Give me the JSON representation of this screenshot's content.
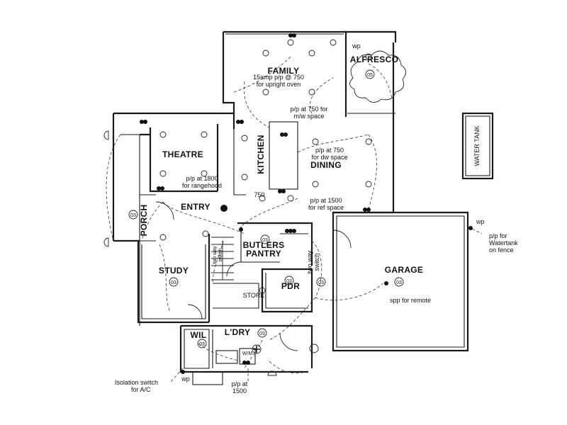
{
  "rooms": {
    "family": "FAMILY",
    "alfresco": "ALFRESCO",
    "theatre": "THEATRE",
    "kitchen": "KITCHEN",
    "dining": "DINING",
    "entry": "ENTRY",
    "porch": "PORCH",
    "butlers": "BUTLERS",
    "pantry": "PANTRY",
    "study": "STUDY",
    "garage": "GARAGE",
    "pdr": "PDR",
    "store": "STORE",
    "wil": "WIL",
    "laundry": "L'DRY",
    "water_tank": "WATER TANK"
  },
  "notes": {
    "oven_1": "15amp p/p @ 750",
    "oven_2": "for upright oven",
    "mw_1": "p/p at 750 for",
    "mw_2": "m/w space",
    "dw_1": "p/p at 750",
    "dw_2": "for dw space",
    "range_1": "p/p at 1800",
    "range_2": "for rangehood",
    "k750": "750",
    "fridge_1": "p/p at 1500",
    "fridge_2": "for ref space",
    "tank_1": "p/p for",
    "tank_2": "Watertank",
    "tank_3": "on fence",
    "remote": "spp for remote",
    "iso_1": "Isolation switch",
    "iso_2": "for A/C",
    "wm_1": "p/p at",
    "wm_2": "1500",
    "wm_label": "W/M",
    "two_way_1": "two way",
    "two_way_2": "switch",
    "two_way_stair_1": "two way",
    "two_way_stair_2": "switch",
    "wp_1": "wp",
    "wp_2": "wp",
    "wp_3": "wp"
  },
  "circuit_tags": {
    "alfresco": "05",
    "porch": "03",
    "butlers": "03",
    "study": "03",
    "pdr": "03",
    "laundry": "03",
    "wil": "03",
    "garage": "03",
    "two_way": "03"
  }
}
